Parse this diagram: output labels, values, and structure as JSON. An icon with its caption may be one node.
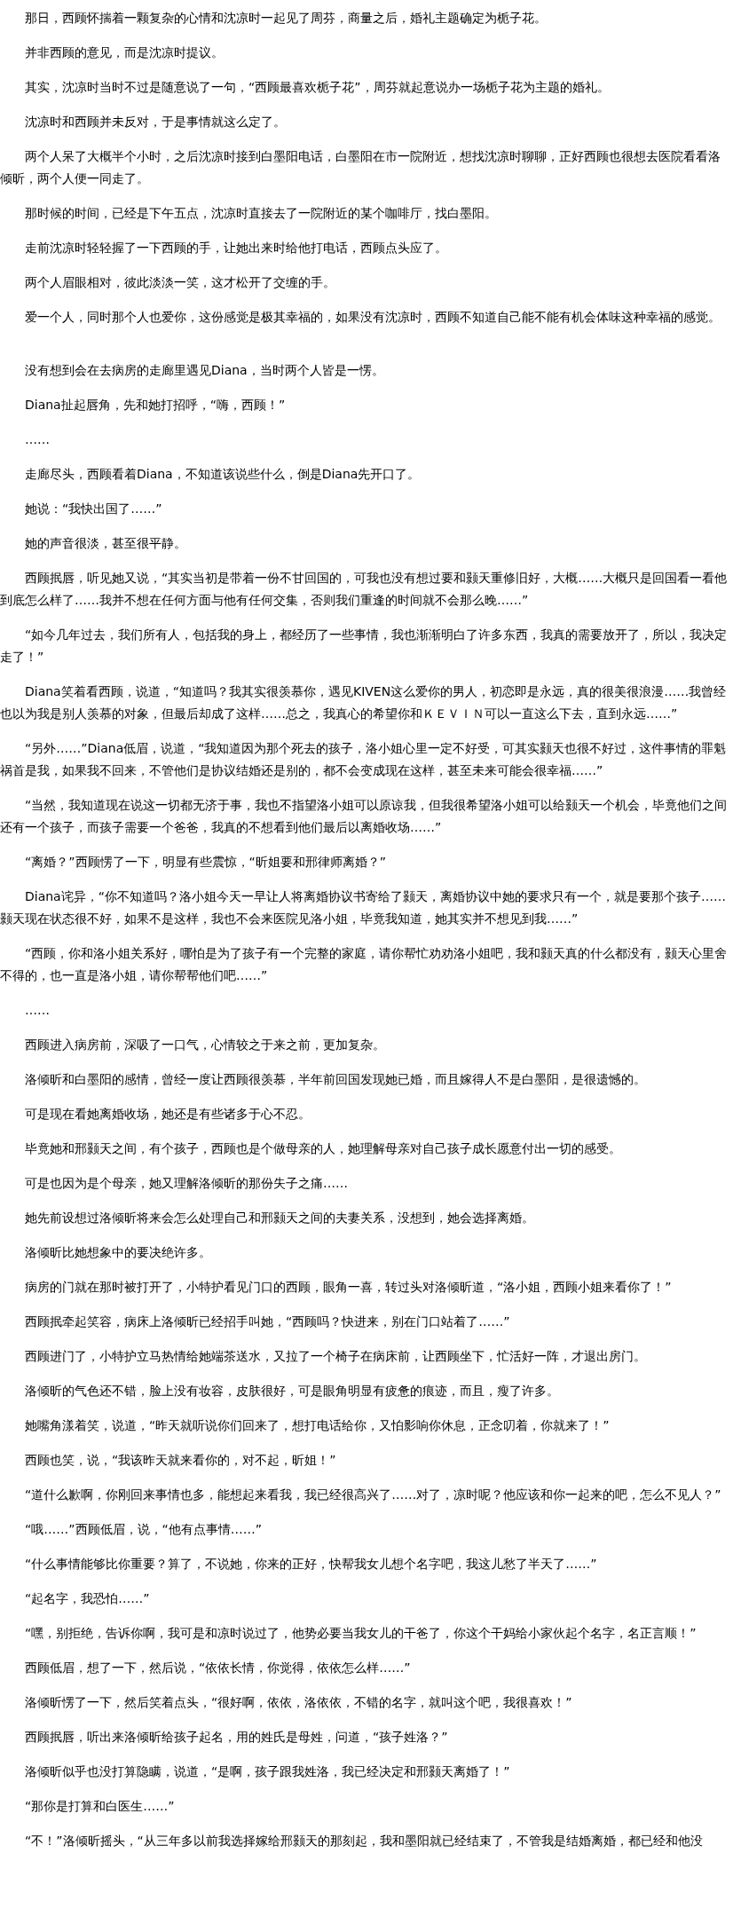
{
  "diagram": {
    "labels": [
      "那日，西顾怀揣着一颗复杂的心情和沈凉时一起见了周芬，商量之后，婚礼主题确定为栀子花。",
      "并非西顾的意见，而是沈凉时提议。",
      "其实，沈凉时当时不过是随意说了一句，“西顾最喜欢栀子花”，周芬就起意说办一场栀子花为主题的婚礼。",
      "沈凉时和西顾并未反对，于是事情就这么定了。",
      "两个人呆了大概半个小时，之后沈凉时接到白墨阳电话，白墨阳在市一院附近，想找沈凉时聊聊，正好西顾也很想去医院看看洛倾昕，两个人便一同走了。",
      "那时候的时间，已经是下午五点，沈凉时直接去了一院附近的某个咖啡厅，找白墨阳。",
      "走前沈凉时轻轻握了一下西顾的手，让她出来时给他打电话，西顾点头应了。",
      "两个人眉眼相对，彼此淡淡一笑，这才松开了交缠的手。",
      "爱一个人，同时那个人也爱你，这份感觉是极其幸福的，如果没有沈凉时，西顾不知道自己能不能有机会体味这种幸福的感觉。",
      "没有想到会在去病房的走廊里遇见Diana，当时两个人皆是一愣。",
      "Diana扯起唇角，先和她打招呼，“嗨，西顾！”",
      "……",
      "走廊尽头，西顾看着Diana，不知道该说些什么，倒是Diana先开口了。",
      "她说：“我快出国了……”",
      "她的声音很淡，甚至很平静。",
      "西顾抿唇，听见她又说，“其实当初是带着一份不甘回国的，可我也没有想过要和颢天重修旧好，大概……大概只是回国看一看他到底怎么样了……我并不想在任何方面与他有任何交集，否则我们重逢的时间就不会那么晚……”",
      "“如今几年过去，我们所有人，包括我的身上，都经历了一些事情，我也渐渐明白了许多东西，我真的需要放开了，所以，我决定走了！”",
      "Diana笑着看西顾，说道，“知道吗？我其实很羡慕你，遇见KIVEN这么爱你的男人，初恋即是永远，真的很美很浪漫……我曾经也以为我是别人羡慕的对象，但最后却成了这样……总之，我真心的希望你和ＫＥＶＩＮ可以一直这么下去，直到永远……”",
      "“另外……”Diana低眉，说道，“我知道因为那个死去的孩子，洛小姐心里一定不好受，可其实颢天也很不好过，这件事情的罪魁祸首是我，如果我不回来，不管他们是协议结婚还是别的，都不会变成现在这样，甚至未来可能会很幸福……”",
      "“当然，我知道现在说这一切都无济于事，我也不指望洛小姐可以原谅我，但我很希望洛小姐可以给颢天一个机会，毕竟他们之间还有一个孩子，而孩子需要一个爸爸，我真的不想看到他们最后以离婚收场……”",
      "“离婚？”西顾愣了一下，明显有些震惊，“昕姐要和邢律师离婚？”",
      "Diana诧异，“你不知道吗？洛小姐今天一早让人将离婚协议书寄给了颢天，离婚协议中她的要求只有一个，就是要那个孩子……颢天现在状态很不好，如果不是这样，我也不会来医院见洛小姐，毕竟我知道，她其实并不想见到我……”",
      "“西顾，你和洛小姐关系好，哪怕是为了孩子有一个完整的家庭，请你帮忙劝劝洛小姐吧，我和颢天真的什么都没有，颢天心里舍不得的，也一直是洛小姐，请你帮帮他们吧……”",
      "……",
      "西顾进入病房前，深吸了一口气，心情较之于来之前，更加复杂。",
      "洛倾昕和白墨阳的感情，曾经一度让西顾很羡慕，半年前回国发现她已婚，而且嫁得人不是白墨阳，是很遗憾的。",
      "可是现在看她离婚收场，她还是有些诸多于心不忍。",
      "毕竟她和邢颢天之间，有个孩子，西顾也是个做母亲的人，她理解母亲对自己孩子成长愿意付出一切的感受。",
      "可是也因为是个母亲，她又理解洛倾昕的那份失子之痛……",
      "她先前设想过洛倾昕将来会怎么处理自己和邢颢天之间的夫妻关系，没想到，她会选择离婚。",
      "洛倾昕比她想象中的要决绝许多。",
      "病房的门就在那时被打开了，小特护看见门口的西顾，眼角一喜，转过头对洛倾昕道，“洛小姐，西顾小姐来看你了！”",
      "西顾抿牵起笑容，病床上洛倾昕已经招手叫她，“西顾吗？快进来，别在门口站着了……”",
      "西顾进门了，小特护立马热情给她端茶送水，又拉了一个椅子在病床前，让西顾坐下，忙活好一阵，才退出房门。",
      "洛倾昕的气色还不错，脸上没有妆容，皮肤很好，可是眼角明显有疲惫的痕迹，而且，瘦了许多。",
      "她嘴角漾着笑，说道，“昨天就听说你们回来了，想打电话给你，又怕影响你休息，正念叨着，你就来了！”",
      "西顾也笑，说，“我该昨天就来看你的，对不起，昕姐！”",
      "“道什么歉啊，你刚回来事情也多，能想起来看我，我已经很高兴了……对了，凉时呢？他应该和你一起来的吧，怎么不见人？”",
      "“哦……”西顾低眉，说，“他有点事情……”",
      "“什么事情能够比你重要？算了，不说她，你来的正好，快帮我女儿想个名字吧，我这儿愁了半天了……”",
      "“起名字，我恐怕……”",
      "“嘿，别拒绝，告诉你啊，我可是和凉时说过了，他势必要当我女儿的干爸了，你这个干妈给小家伙起个名字，名正言顺！”",
      "西顾低眉，想了一下，然后说，“依依长情，你觉得，依依怎么样……”",
      "洛倾昕愣了一下，然后笑着点头，“很好啊，依依，洛依依，不错的名字，就叫这个吧，我很喜欢！”",
      "西顾抿唇，听出来洛倾昕给孩子起名，用的姓氏是母姓，问道，“孩子姓洛？”",
      "洛倾昕似乎也没打算隐瞒，说道，“是啊，孩子跟我姓洛，我已经决定和邢颢天离婚了！”",
      "“那你是打算和白医生……”",
      "“不！”洛倾昕摇头，“从三年多以前我选择嫁给邢颢天的那刻起，我和墨阳就已经结束了，不管我是结婚离婚，都已经和他没"
    ]
  }
}
